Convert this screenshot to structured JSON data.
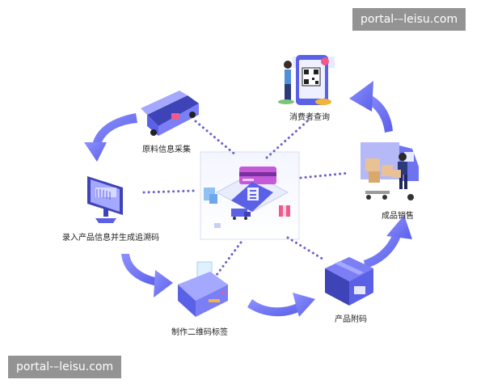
{
  "watermark": {
    "text": "portal-–leisu.com"
  },
  "nodes": {
    "consumer_query": {
      "label": "消费者查询",
      "icon": "phone-qr-icon"
    },
    "raw_material": {
      "label": "原料信息采集",
      "icon": "delivery-van-icon"
    },
    "product_entry": {
      "label": "录入产品信息并生成追溯码",
      "icon": "monitor-icon"
    },
    "sales": {
      "label": "成品销售",
      "icon": "delivery-person-icon"
    },
    "label_print": {
      "label": "制作二维码标签",
      "icon": "label-printer-icon"
    },
    "attach_code": {
      "label": "产品附码",
      "icon": "package-box-icon"
    },
    "center": {
      "icon": "traceability-platform-icon"
    }
  },
  "colors": {
    "arrow": "#6e73f0",
    "arrow_light": "#8e92ff",
    "dots": "#6a64c8",
    "device": "#7b7ef4",
    "accent_pink": "#ee5b8a"
  }
}
